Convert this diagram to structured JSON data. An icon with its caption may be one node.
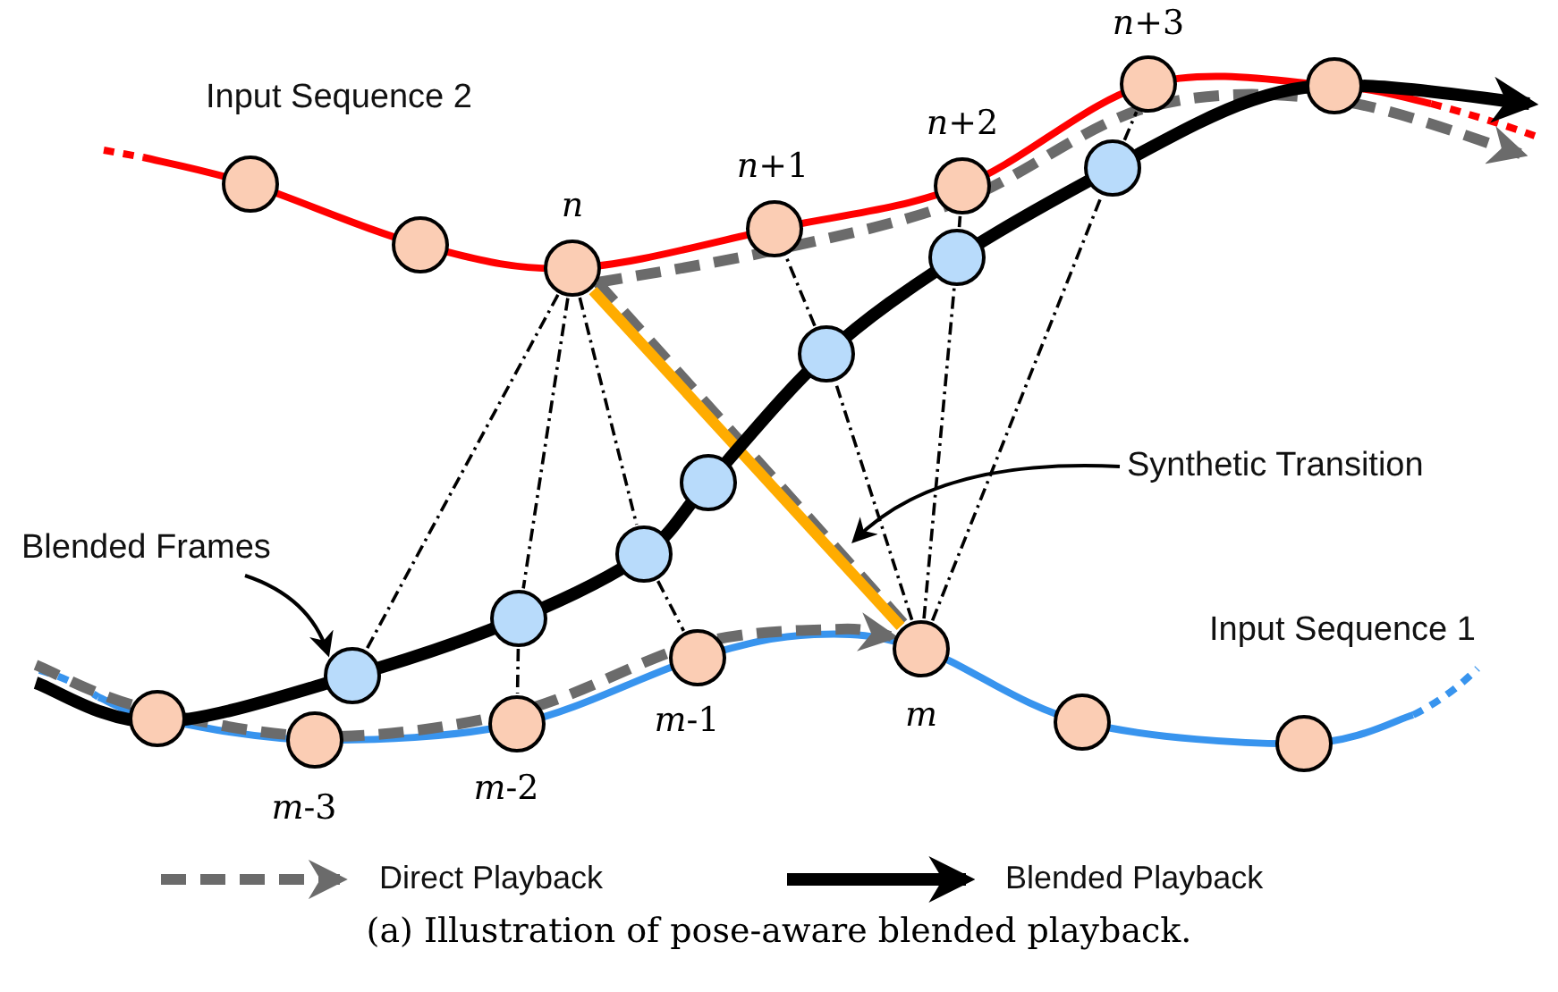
{
  "diagram": {
    "caption": "(a) Illustration of pose-aware blended playback.",
    "nodes": [
      {
        "text": [],
        "shape": "circle"
      },
      {
        "text": [],
        "shape": "circle"
      },
      {
        "text": [],
        "shape": "circle",
        "beside": [
          "n"
        ]
      },
      {
        "text": [],
        "shape": "circle",
        "beside": [
          "*n*+1"
        ]
      },
      {
        "text": [],
        "shape": "circle",
        "beside": [
          "*n*+2"
        ]
      },
      {
        "text": [],
        "shape": "circle",
        "beside": [
          "*n*+3"
        ]
      },
      {
        "text": [],
        "shape": "circle"
      },
      {
        "text": [],
        "shape": "circle"
      },
      {
        "text": [],
        "shape": "circle",
        "beside": [
          "*m*-3"
        ]
      },
      {
        "text": [],
        "shape": "circle",
        "beside": [
          "*m*-2"
        ]
      },
      {
        "text": [],
        "shape": "circle",
        "beside": [
          "*m*-1"
        ]
      },
      {
        "text": [],
        "shape": "circle",
        "beside": [
          "m"
        ]
      },
      {
        "text": [],
        "shape": "circle"
      },
      {
        "text": [],
        "shape": "circle"
      },
      {
        "text": [],
        "shape": "circle"
      },
      {
        "text": [],
        "shape": "circle"
      },
      {
        "text": [],
        "shape": "circle"
      },
      {
        "text": [],
        "shape": "circle"
      },
      {
        "text": [],
        "shape": "circle"
      },
      {
        "text": [],
        "shape": "circle"
      },
      {
        "text": [],
        "shape": "circle"
      },
      {
        "text": [
          "Blended Frames"
        ]
      },
      {
        "text": [
          "Synthetic Transition"
        ]
      }
    ],
    "edges": [
      {
        "from": 2,
        "to": 14,
        "arrow": "none",
        "style": "dashed"
      },
      {
        "from": 2,
        "to": 15,
        "arrow": "none",
        "style": "dashed"
      },
      {
        "from": 15,
        "to": 9,
        "arrow": "none",
        "style": "dashed"
      },
      {
        "from": 2,
        "to": 16,
        "arrow": "none",
        "style": "dashed"
      },
      {
        "from": 16,
        "to": 10,
        "arrow": "none",
        "style": "dashed"
      },
      {
        "from": 11,
        "to": 18,
        "arrow": "none",
        "style": "dashed"
      },
      {
        "from": 18,
        "to": 3,
        "arrow": "none",
        "style": "dashed"
      },
      {
        "from": 11,
        "to": 19,
        "arrow": "none",
        "style": "dashed"
      },
      {
        "from": 19,
        "to": 4,
        "arrow": "none",
        "style": "dashed"
      },
      {
        "from": 11,
        "to": 20,
        "arrow": "none",
        "style": "dashed"
      },
      {
        "from": 20,
        "to": 5,
        "arrow": "none",
        "style": "dashed"
      },
      {
        "from": 2,
        "to": 11,
        "arrow": "none",
        "style": "thick",
        "color": "#ffac00"
      },
      {
        "from": 21,
        "to": 14,
        "arrow": "to"
      },
      {
        "from": 22,
        "to": null,
        "arrow": "to"
      }
    ],
    "labels": [
      "Input Sequence 2",
      "Input Sequence 1"
    ],
    "legend": [
      {
        "text": "Direct Playback"
      },
      {
        "text": "Blended Playback"
      }
    ]
  }
}
